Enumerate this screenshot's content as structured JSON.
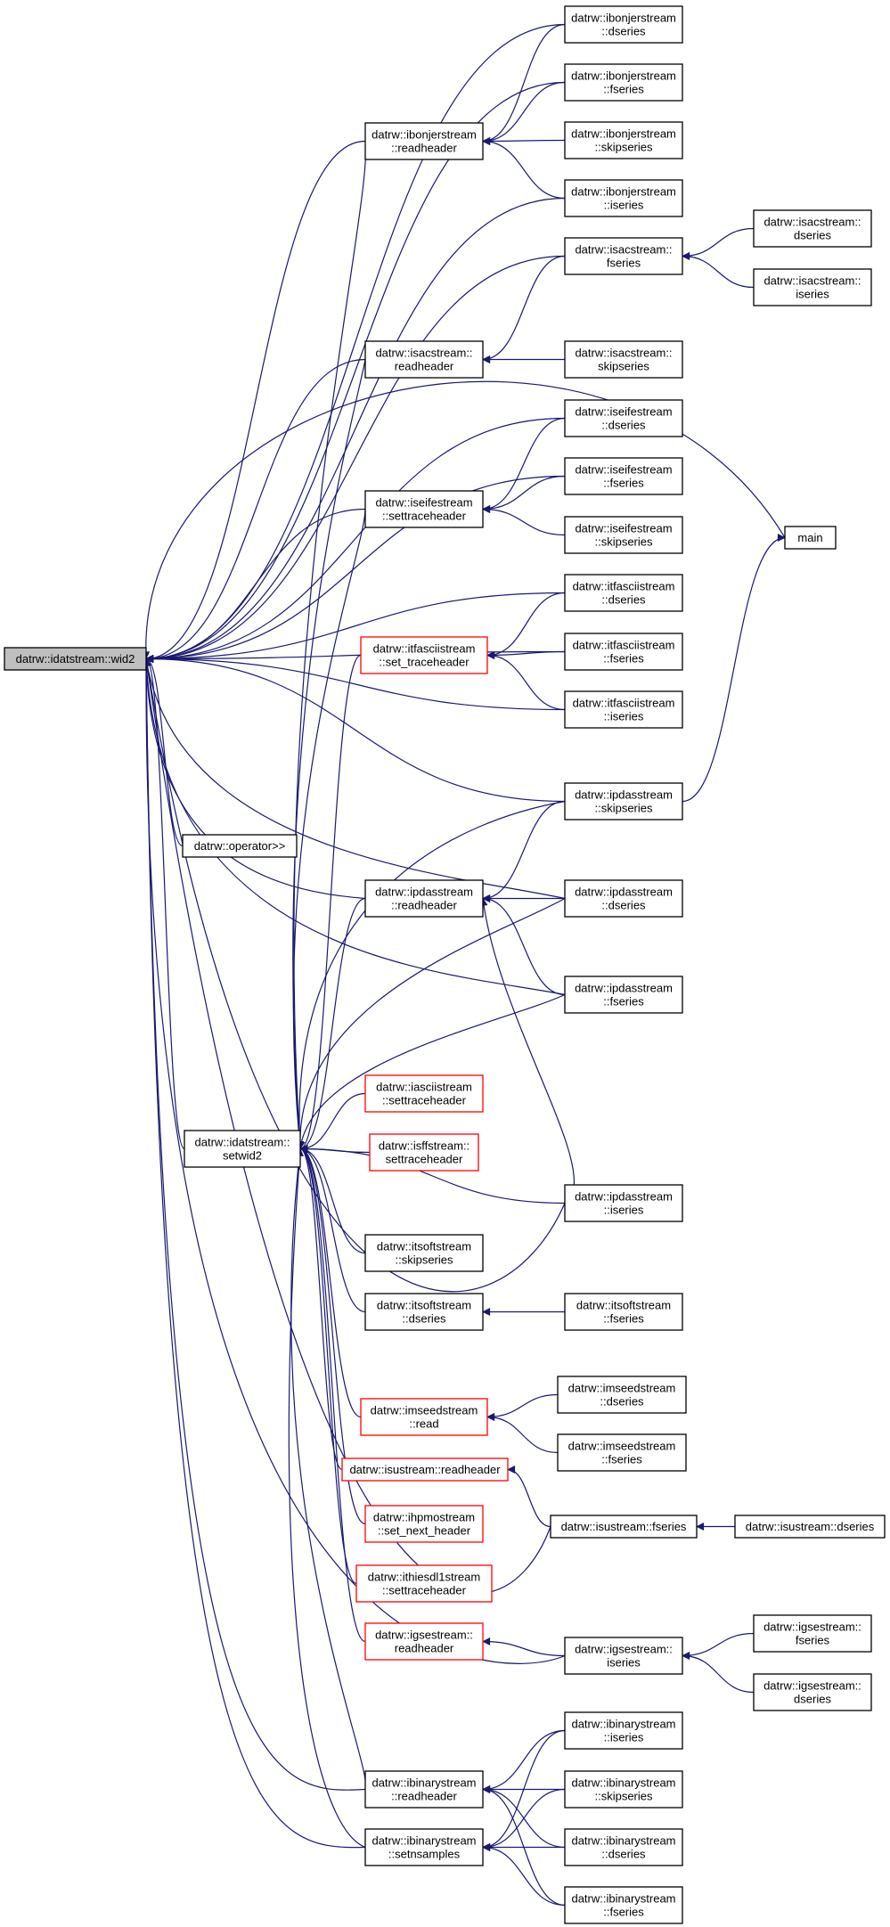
{
  "colors": {
    "edge": "#191970",
    "node_border": "#000000",
    "highlight_border": "#ff0000",
    "root_fill": "#bfbfbf"
  },
  "nodes": [
    {
      "id": "wid2",
      "lines": [
        "datrw::idatstream::wid2"
      ],
      "style": "root"
    },
    {
      "id": "ibon_rh",
      "lines": [
        "datrw::ibonjerstream",
        "::readheader"
      ]
    },
    {
      "id": "ibon_ds",
      "lines": [
        "datrw::ibonjerstream",
        "::dseries"
      ]
    },
    {
      "id": "ibon_fs",
      "lines": [
        "datrw::ibonjerstream",
        "::fseries"
      ]
    },
    {
      "id": "ibon_ss",
      "lines": [
        "datrw::ibonjerstream",
        "::skipseries"
      ]
    },
    {
      "id": "ibon_is",
      "lines": [
        "datrw::ibonjerstream",
        "::iseries"
      ]
    },
    {
      "id": "isac_fs",
      "lines": [
        "datrw::isacstream::",
        "fseries"
      ]
    },
    {
      "id": "isac_ds",
      "lines": [
        "datrw::isacstream::",
        "dseries"
      ]
    },
    {
      "id": "isac_is",
      "lines": [
        "datrw::isacstream::",
        "iseries"
      ]
    },
    {
      "id": "isac_rh",
      "lines": [
        "datrw::isacstream::",
        "readheader"
      ]
    },
    {
      "id": "isac_ss",
      "lines": [
        "datrw::isacstream::",
        "skipseries"
      ]
    },
    {
      "id": "isei_ds",
      "lines": [
        "datrw::iseifestream",
        "::dseries"
      ]
    },
    {
      "id": "isei_st",
      "lines": [
        "datrw::iseifestream",
        "::settraceheader"
      ]
    },
    {
      "id": "isei_fs",
      "lines": [
        "datrw::iseifestream",
        "::fseries"
      ]
    },
    {
      "id": "isei_ss",
      "lines": [
        "datrw::iseifestream",
        "::skipseries"
      ]
    },
    {
      "id": "main",
      "lines": [
        "main"
      ]
    },
    {
      "id": "itfa_ds",
      "lines": [
        "datrw::itfasciistream",
        "::dseries"
      ]
    },
    {
      "id": "itfa_st",
      "lines": [
        "datrw::itfasciistream",
        "::set_traceheader"
      ],
      "style": "red"
    },
    {
      "id": "itfa_fs",
      "lines": [
        "datrw::itfasciistream",
        "::fseries"
      ]
    },
    {
      "id": "itfa_is",
      "lines": [
        "datrw::itfasciistream",
        "::iseries"
      ]
    },
    {
      "id": "ipda_ss",
      "lines": [
        "datrw::ipdasstream",
        "::skipseries"
      ]
    },
    {
      "id": "op",
      "lines": [
        "datrw::operator>>"
      ]
    },
    {
      "id": "ipda_rh",
      "lines": [
        "datrw::ipdasstream",
        "::readheader"
      ]
    },
    {
      "id": "ipda_ds",
      "lines": [
        "datrw::ipdasstream",
        "::dseries"
      ]
    },
    {
      "id": "ipda_fs",
      "lines": [
        "datrw::ipdasstream",
        "::fseries"
      ]
    },
    {
      "id": "iasc_st",
      "lines": [
        "datrw::iasciistream",
        "::settraceheader"
      ],
      "style": "red"
    },
    {
      "id": "setwid2",
      "lines": [
        "datrw::idatstream::",
        "setwid2"
      ]
    },
    {
      "id": "isff_st",
      "lines": [
        "datrw::isffstream::",
        "settraceheader"
      ],
      "style": "red"
    },
    {
      "id": "ipda_is",
      "lines": [
        "datrw::ipdasstream",
        "::iseries"
      ]
    },
    {
      "id": "itso_ss",
      "lines": [
        "datrw::itsoftstream",
        "::skipseries"
      ]
    },
    {
      "id": "itso_ds",
      "lines": [
        "datrw::itsoftstream",
        "::dseries"
      ]
    },
    {
      "id": "itso_fs",
      "lines": [
        "datrw::itsoftstream",
        "::fseries"
      ]
    },
    {
      "id": "imse_rd",
      "lines": [
        "datrw::imseedstream",
        "::read"
      ],
      "style": "red"
    },
    {
      "id": "imse_ds",
      "lines": [
        "datrw::imseedstream",
        "::dseries"
      ]
    },
    {
      "id": "imse_fs",
      "lines": [
        "datrw::imseedstream",
        "::fseries"
      ]
    },
    {
      "id": "isus_rh",
      "lines": [
        "datrw::isustream::readheader"
      ],
      "style": "red"
    },
    {
      "id": "isus_fs",
      "lines": [
        "datrw::isustream::fseries"
      ]
    },
    {
      "id": "isus_ds",
      "lines": [
        "datrw::isustream::dseries"
      ]
    },
    {
      "id": "ihpm_sn",
      "lines": [
        "datrw::ihpmostream",
        "::set_next_header"
      ],
      "style": "red"
    },
    {
      "id": "ithi_st",
      "lines": [
        "datrw::ithiesdl1stream",
        "::settraceheader"
      ],
      "style": "red"
    },
    {
      "id": "igse_rh",
      "lines": [
        "datrw::igsestream::",
        "readheader"
      ],
      "style": "red"
    },
    {
      "id": "igse_is",
      "lines": [
        "datrw::igsestream::",
        "iseries"
      ]
    },
    {
      "id": "igse_fs",
      "lines": [
        "datrw::igsestream::",
        "fseries"
      ]
    },
    {
      "id": "igse_ds",
      "lines": [
        "datrw::igsestream::",
        "dseries"
      ]
    },
    {
      "id": "ibin_is",
      "lines": [
        "datrw::ibinarystream",
        "::iseries"
      ]
    },
    {
      "id": "ibin_rh",
      "lines": [
        "datrw::ibinarystream",
        "::readheader"
      ]
    },
    {
      "id": "ibin_ss",
      "lines": [
        "datrw::ibinarystream",
        "::skipseries"
      ]
    },
    {
      "id": "ibin_sn",
      "lines": [
        "datrw::ibinarystream",
        "::setnsamples"
      ]
    },
    {
      "id": "ibin_ds",
      "lines": [
        "datrw::ibinarystream",
        "::dseries"
      ]
    },
    {
      "id": "ibin_fs",
      "lines": [
        "datrw::ibinarystream",
        "::fseries"
      ]
    }
  ],
  "edges": [
    [
      "wid2",
      "ibon_rh"
    ],
    [
      "wid2",
      "ibon_ds"
    ],
    [
      "wid2",
      "ibon_fs"
    ],
    [
      "wid2",
      "ibon_is"
    ],
    [
      "wid2",
      "isac_fs"
    ],
    [
      "wid2",
      "isac_rh"
    ],
    [
      "wid2",
      "main"
    ],
    [
      "wid2",
      "isei_ds"
    ],
    [
      "wid2",
      "isei_st"
    ],
    [
      "wid2",
      "isei_fs"
    ],
    [
      "wid2",
      "itfa_ds"
    ],
    [
      "wid2",
      "itfa_fs"
    ],
    [
      "wid2",
      "itfa_is"
    ],
    [
      "wid2",
      "ipda_ss"
    ],
    [
      "wid2",
      "op"
    ],
    [
      "wid2",
      "ipda_rh"
    ],
    [
      "wid2",
      "ipda_ds"
    ],
    [
      "wid2",
      "ipda_fs"
    ],
    [
      "wid2",
      "setwid2"
    ],
    [
      "wid2",
      "ipda_is"
    ],
    [
      "wid2",
      "isus_fs"
    ],
    [
      "wid2",
      "igse_is"
    ],
    [
      "wid2",
      "ibin_rh"
    ],
    [
      "wid2",
      "ibin_sn"
    ],
    [
      "ibon_rh",
      "ibon_ds"
    ],
    [
      "ibon_rh",
      "ibon_fs"
    ],
    [
      "ibon_rh",
      "ibon_ss"
    ],
    [
      "ibon_rh",
      "ibon_is"
    ],
    [
      "isac_fs",
      "isac_ds"
    ],
    [
      "isac_fs",
      "isac_is"
    ],
    [
      "isac_rh",
      "isac_fs"
    ],
    [
      "isac_rh",
      "isac_ss"
    ],
    [
      "isei_st",
      "isei_ds"
    ],
    [
      "isei_st",
      "isei_fs"
    ],
    [
      "isei_st",
      "isei_ss"
    ],
    [
      "itfa_st",
      "itfa_ds"
    ],
    [
      "itfa_st",
      "itfa_fs"
    ],
    [
      "itfa_st",
      "itfa_is"
    ],
    [
      "ipda_rh",
      "ipda_ss"
    ],
    [
      "ipda_rh",
      "ipda_ds"
    ],
    [
      "ipda_rh",
      "ipda_fs"
    ],
    [
      "ipda_rh",
      "ipda_is"
    ],
    [
      "main",
      "ipda_ss"
    ],
    [
      "setwid2",
      "ibon_rh"
    ],
    [
      "setwid2",
      "isac_rh"
    ],
    [
      "setwid2",
      "isei_st"
    ],
    [
      "setwid2",
      "itfa_st"
    ],
    [
      "setwid2",
      "ipda_ss"
    ],
    [
      "setwid2",
      "ipda_rh"
    ],
    [
      "setwid2",
      "ipda_ds"
    ],
    [
      "setwid2",
      "ipda_fs"
    ],
    [
      "setwid2",
      "iasc_st"
    ],
    [
      "setwid2",
      "isff_st"
    ],
    [
      "setwid2",
      "ipda_is"
    ],
    [
      "setwid2",
      "itso_ss"
    ],
    [
      "setwid2",
      "itso_ds"
    ],
    [
      "setwid2",
      "imse_rd"
    ],
    [
      "setwid2",
      "isus_rh"
    ],
    [
      "setwid2",
      "ihpm_sn"
    ],
    [
      "setwid2",
      "ithi_st"
    ],
    [
      "setwid2",
      "igse_rh"
    ],
    [
      "setwid2",
      "ibin_rh"
    ],
    [
      "setwid2",
      "ibin_sn"
    ],
    [
      "itso_ds",
      "itso_fs"
    ],
    [
      "imse_rd",
      "imse_ds"
    ],
    [
      "imse_rd",
      "imse_fs"
    ],
    [
      "isus_rh",
      "isus_fs"
    ],
    [
      "isus_fs",
      "isus_ds"
    ],
    [
      "igse_rh",
      "igse_is"
    ],
    [
      "igse_is",
      "igse_fs"
    ],
    [
      "igse_is",
      "igse_ds"
    ],
    [
      "ibin_rh",
      "ibin_is"
    ],
    [
      "ibin_rh",
      "ibin_ss"
    ],
    [
      "ibin_rh",
      "ibin_ds"
    ],
    [
      "ibin_rh",
      "ibin_fs"
    ],
    [
      "ibin_sn",
      "ibin_is"
    ],
    [
      "ibin_sn",
      "ibin_ss"
    ],
    [
      "ibin_sn",
      "ibin_ds"
    ],
    [
      "ibin_sn",
      "ibin_fs"
    ]
  ]
}
